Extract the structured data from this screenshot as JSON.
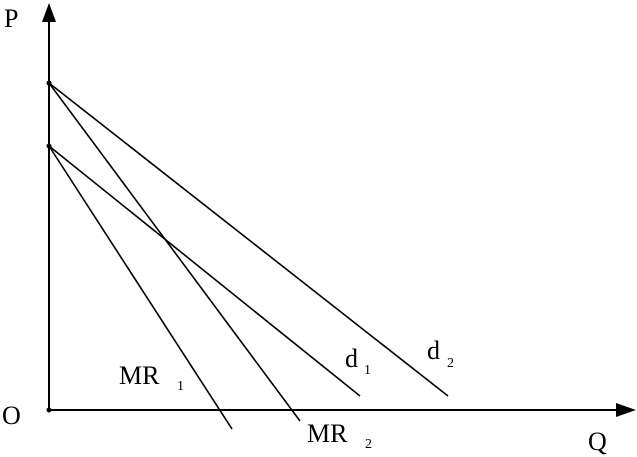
{
  "diagram": {
    "axes": {
      "y_label": "P",
      "x_label": "Q",
      "origin_label": "O"
    },
    "curves": [
      {
        "id": "d1",
        "label_main": "d",
        "label_sub": "1"
      },
      {
        "id": "d2",
        "label_main": "d",
        "label_sub": "2"
      },
      {
        "id": "MR1",
        "label_main": "MR",
        "label_sub": "1"
      },
      {
        "id": "MR2",
        "label_main": "MR",
        "label_sub": "2"
      }
    ]
  }
}
